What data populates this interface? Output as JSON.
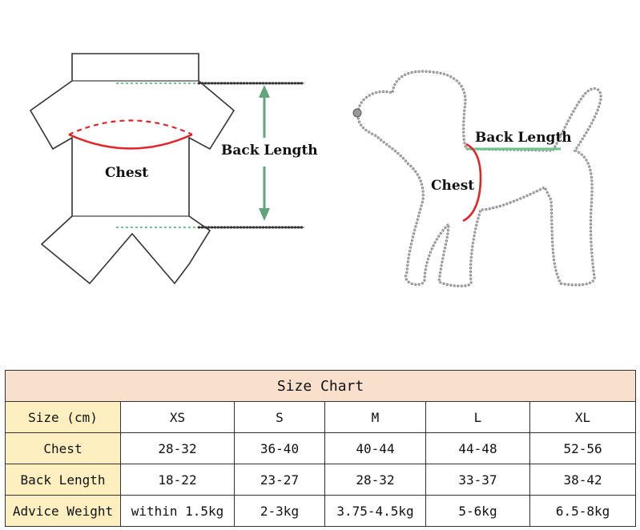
{
  "diagram": {
    "left_labels": {
      "chest": "Chest",
      "back_length": "Back Length"
    },
    "right_labels": {
      "chest": "Chest",
      "back_length": "Back Length"
    },
    "colors": {
      "chest_line": "#e0262a",
      "back_length_line": "#6cc48a",
      "arrow": "#5fa67a",
      "outline": "#333333"
    }
  },
  "size_chart": {
    "title": "Size Chart",
    "columns": [
      "Size (cm)",
      "XS",
      "S",
      "M",
      "L",
      "XL"
    ],
    "rows": [
      [
        "Chest",
        "28-32",
        "36-40",
        "40-44",
        "44-48",
        "52-56"
      ],
      [
        "Back Length",
        "18-22",
        "23-27",
        "28-32",
        "33-37",
        "38-42"
      ],
      [
        "Advice Weight",
        "within 1.5kg",
        "2-3kg",
        "3.75-4.5kg",
        "5-6kg",
        "6.5-8kg"
      ]
    ],
    "colors": {
      "title_bg": "#f8e0cd",
      "header_bg": "#fdefc0"
    }
  }
}
